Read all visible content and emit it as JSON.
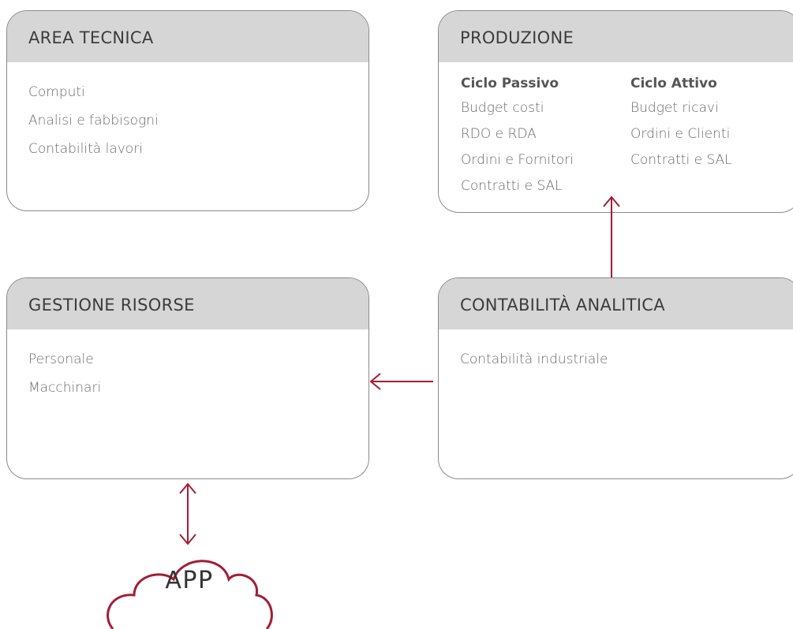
{
  "boxes": {
    "area_tecnica": {
      "title": "AREA TECNICA",
      "items": [
        "Computi",
        "Analisi e fabbisogni",
        "Contabilità lavori"
      ]
    },
    "produzione": {
      "title": "PRODUZIONE",
      "ciclo_passivo": {
        "title": "Ciclo Passivo",
        "items": [
          "Budget costi",
          "RDO e RDA",
          "Ordini e Fornitori",
          "Contratti e SAL"
        ]
      },
      "ciclo_attivo": {
        "title": "Ciclo Attivo",
        "items": [
          "Budget ricavi",
          "Ordini e Clienti",
          "Contratti e SAL"
        ]
      }
    },
    "gestione_risorse": {
      "title": "GESTIONE RISORSE",
      "items": [
        "Personale",
        "Macchinari"
      ]
    },
    "contabilita_analitica": {
      "title": "CONTABILITÀ ANALITICA",
      "items": [
        "Contabilità industriale"
      ]
    }
  },
  "cloud": {
    "label": "APP"
  },
  "colors": {
    "arrow": "#a31d35",
    "header_bg": "#d6d6d6",
    "border": "#8a8a8a"
  }
}
